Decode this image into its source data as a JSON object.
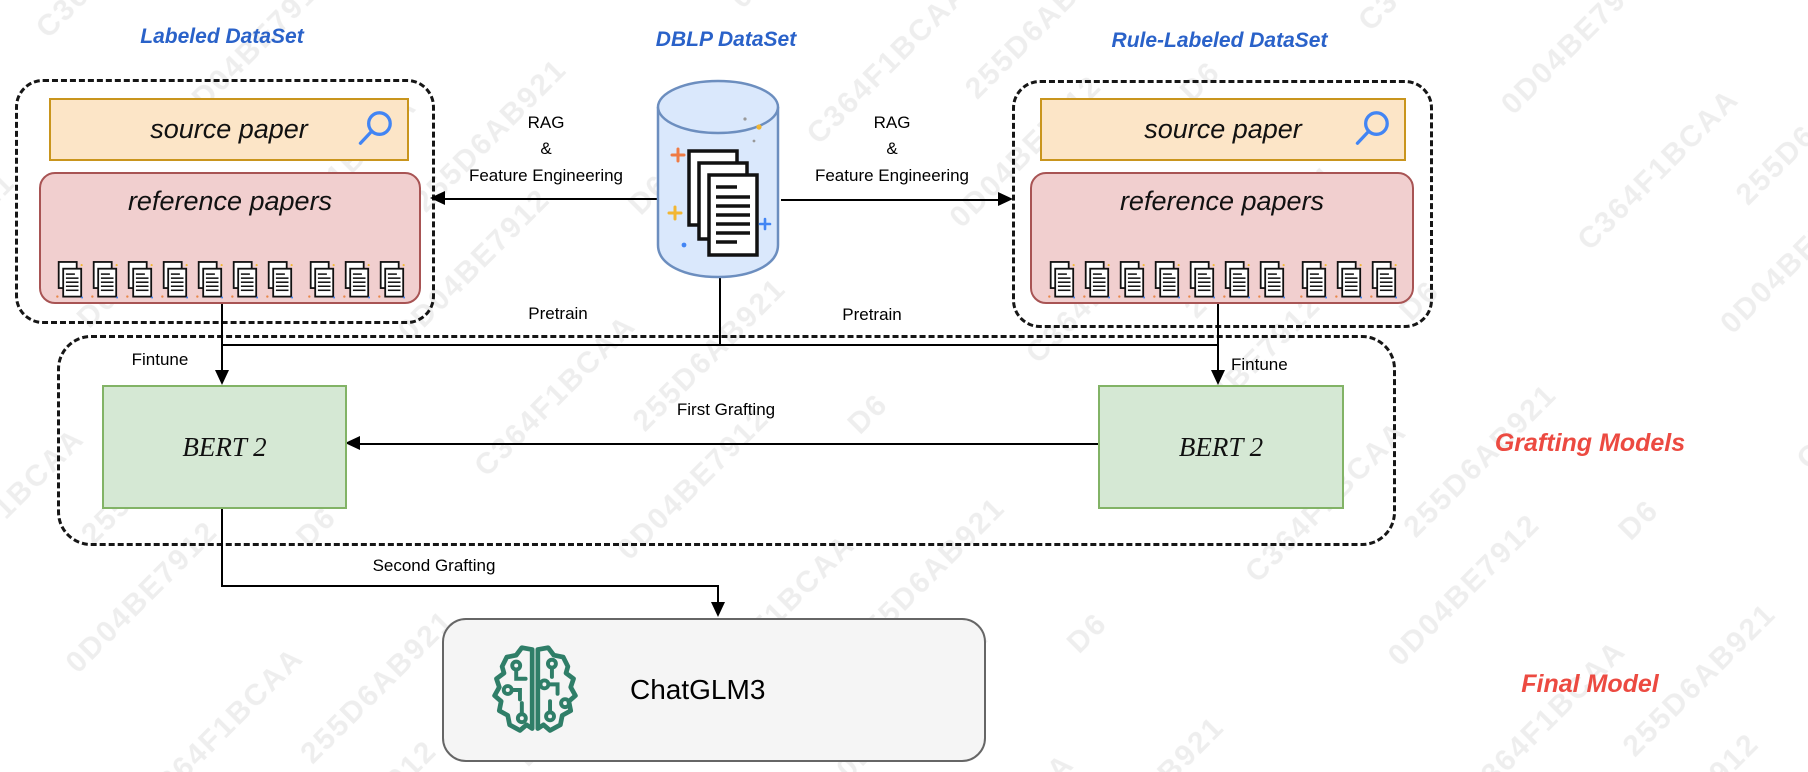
{
  "diagram": {
    "titles": {
      "labeled": "Labeled DataSet",
      "dblp": "DBLP DataSet",
      "rule_labeled": "Rule-Labeled DataSet"
    },
    "labeled_dataset": {
      "source_paper_label": "source paper",
      "reference_papers_label": "reference papers",
      "doc_icon_count": 10
    },
    "rule_labeled_dataset": {
      "source_paper_label": "source paper",
      "reference_papers_label": "reference papers",
      "doc_icon_count": 10
    },
    "edge_labels": {
      "rag_left": [
        "RAG",
        "&",
        "Feature Engineering"
      ],
      "rag_right": [
        "RAG",
        "&",
        "Feature Engineering"
      ],
      "pretrain_left": "Pretrain",
      "pretrain_right": "Pretrain",
      "fintune_left": "Fintune",
      "fintune_right": "Fintune",
      "first_grafting": "First Grafting",
      "second_grafting": "Second Grafting"
    },
    "models": {
      "bert_left": "BERT 2",
      "bert_right": "BERT 2",
      "final": "ChatGLM3"
    },
    "section_labels": {
      "grafting": "Grafting Models",
      "final": "Final Model"
    },
    "watermark": {
      "strings": [
        "C364F1BCAA",
        "255D6AB921",
        "0D04BE7912",
        "D6"
      ]
    },
    "colors": {
      "title_blue": "#2a62c9",
      "section_red": "#ec4a41",
      "source_fill": "#fce5c7",
      "source_border": "#c9951d",
      "reference_fill": "#f1cfcf",
      "reference_border": "#a85454",
      "bert_fill": "#d5e8d4",
      "bert_border": "#82b366",
      "db_fill": "#dae8fc",
      "db_border": "#6c8ebf",
      "final_fill": "#f5f5f5",
      "final_border": "#666666",
      "brain_green": "#2f7e68",
      "search_blue": "#4285f4"
    }
  }
}
